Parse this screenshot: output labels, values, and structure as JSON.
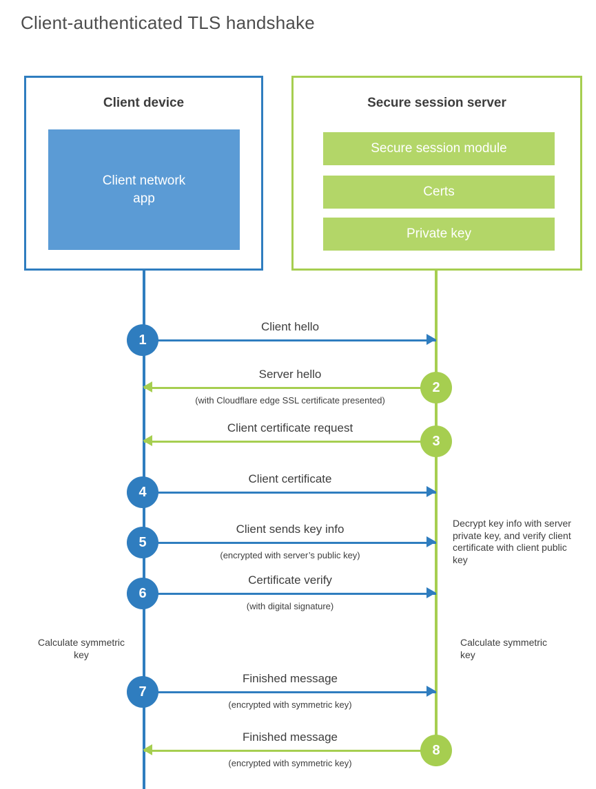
{
  "title": "Client-authenticated TLS handshake",
  "colors": {
    "blue": "#2f7dbf",
    "blue_fill": "#5b9bd5",
    "green": "#a6ce50",
    "green_bar": "#b3d668"
  },
  "client_box": {
    "title": "Client device",
    "app_label": "Client network app"
  },
  "server_box": {
    "title": "Secure session server",
    "bars": [
      "Secure session module",
      "Certs",
      "Private key"
    ]
  },
  "steps": [
    {
      "num": "1",
      "label": "Client hello",
      "sub": "",
      "direction": "client-to-server"
    },
    {
      "num": "2",
      "label": "Server hello",
      "sub": "(with Cloudflare edge SSL certificate presented)",
      "direction": "server-to-client"
    },
    {
      "num": "3",
      "label": "Client certificate request",
      "sub": "",
      "direction": "server-to-client"
    },
    {
      "num": "4",
      "label": "Client certificate",
      "sub": "",
      "direction": "client-to-server"
    },
    {
      "num": "5",
      "label": "Client sends key info",
      "sub": "(encrypted with server’s public key)",
      "direction": "client-to-server"
    },
    {
      "num": "6",
      "label": "Certificate verify",
      "sub": "(with digital signature)",
      "direction": "client-to-server"
    },
    {
      "num": "7",
      "label": "Finished message",
      "sub": "(encrypted with symmetric key)",
      "direction": "client-to-server"
    },
    {
      "num": "8",
      "label": "Finished message",
      "sub": "(encrypted with symmetric key)",
      "direction": "server-to-client"
    }
  ],
  "notes": {
    "decrypt": "Decrypt key info with server private key, and verify client certificate with client public key",
    "calc_left": "Calculate symmetric key",
    "calc_right": "Calculate symmetric key"
  }
}
